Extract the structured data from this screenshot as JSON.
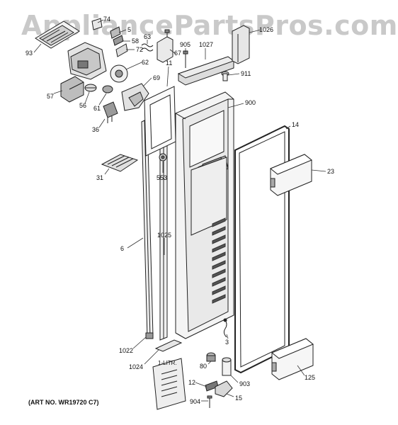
{
  "watermark": "AppliancePartsPros.com",
  "art_number": "(ART NO. WR19720 C7)",
  "booklet_text": "1-LITR.",
  "part_labels": {
    "p74": "74",
    "p5": "5",
    "p58": "58",
    "p72": "72",
    "p63": "63",
    "p905": "905",
    "p1027": "1027",
    "p1026": "1026",
    "p93": "93",
    "p67": "67",
    "p62": "62",
    "p11": "11",
    "p911": "911",
    "p69": "69",
    "p57": "57",
    "p56": "56",
    "p61": "61",
    "p900": "900",
    "p36": "36",
    "p14": "14",
    "p31": "31",
    "p553": "553",
    "p23": "23",
    "p6": "6",
    "p1025": "1025",
    "p3": "3",
    "p1022": "1022",
    "p1024": "1024",
    "p80": "80",
    "p903": "903",
    "p125": "125",
    "p12": "12",
    "p904": "904",
    "p15": "15"
  }
}
